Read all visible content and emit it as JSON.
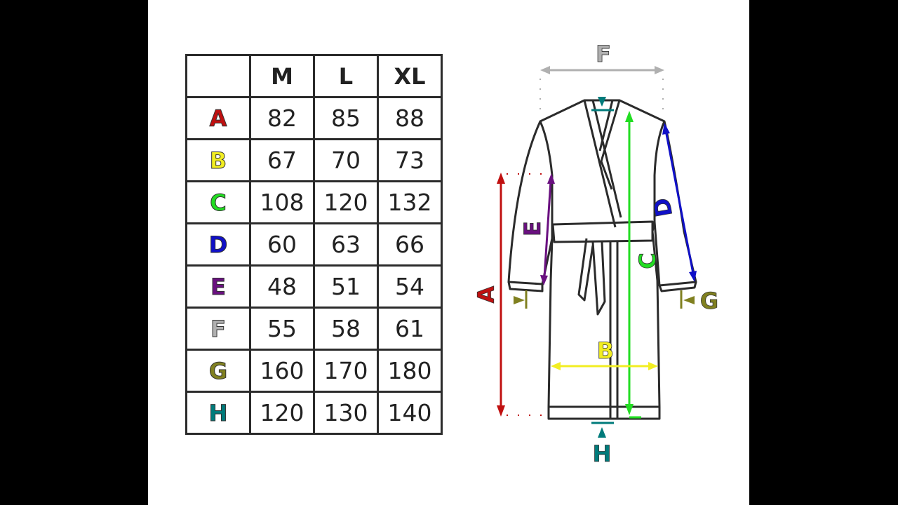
{
  "table": {
    "columns": [
      "",
      "M",
      "L",
      "XL"
    ],
    "rows": [
      {
        "letter": "A",
        "color": "#c01010",
        "values": [
          "82",
          "85",
          "88"
        ]
      },
      {
        "letter": "B",
        "color": "#f2ee22",
        "values": [
          "67",
          "70",
          "73"
        ]
      },
      {
        "letter": "C",
        "color": "#22dd22",
        "values": [
          "108",
          "120",
          "132"
        ]
      },
      {
        "letter": "D",
        "color": "#1010c8",
        "values": [
          "60",
          "63",
          "66"
        ]
      },
      {
        "letter": "E",
        "color": "#6a1080",
        "values": [
          "48",
          "51",
          "54"
        ]
      },
      {
        "letter": "F",
        "color": "#b0b0b0",
        "values": [
          "55",
          "58",
          "61"
        ]
      },
      {
        "letter": "G",
        "color": "#808020",
        "values": [
          "160",
          "170",
          "180"
        ]
      },
      {
        "letter": "H",
        "color": "#007b7b",
        "values": [
          "120",
          "130",
          "140"
        ]
      }
    ]
  }
}
